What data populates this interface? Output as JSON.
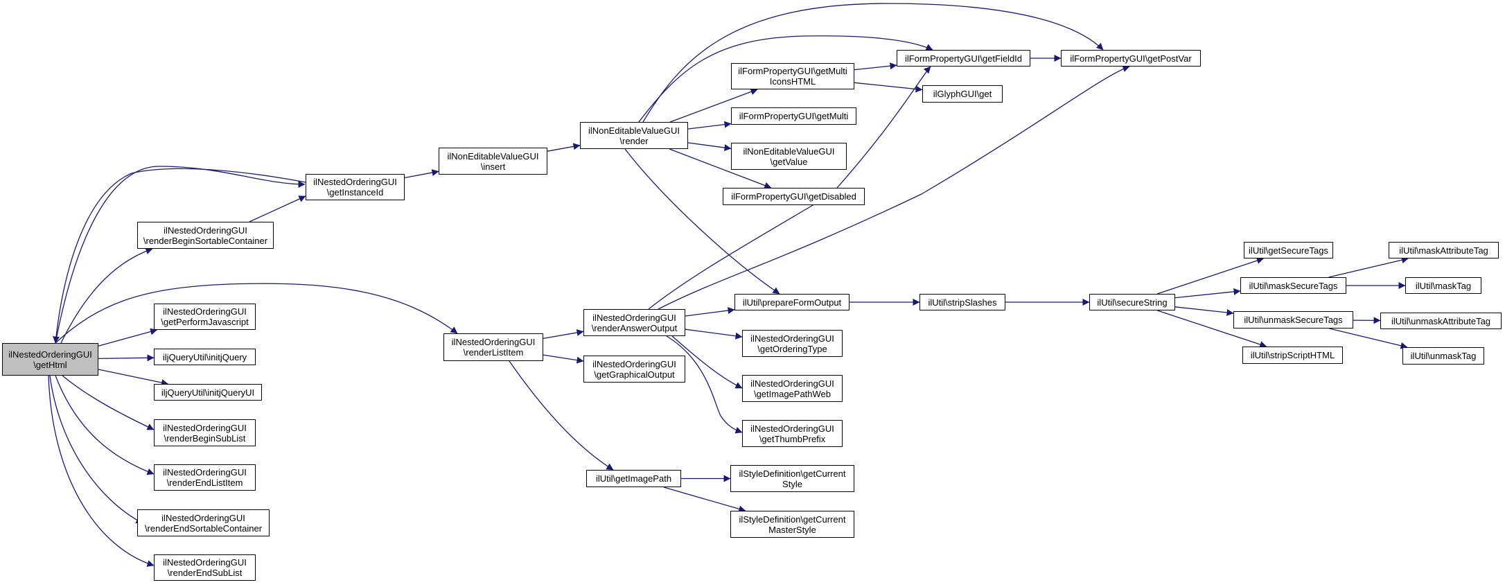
{
  "diagram": {
    "type": "call-graph",
    "edge_color": "#191970",
    "nodes": [
      {
        "id": "getHtml",
        "lines": [
          "ilNestedOrderingGUI",
          "\\getHtml"
        ],
        "root": true
      },
      {
        "id": "getInstanceId",
        "lines": [
          "ilNestedOrderingGUI",
          "\\getInstanceId"
        ]
      },
      {
        "id": "renderBeginSortableContainer",
        "lines": [
          "ilNestedOrderingGUI",
          "\\renderBeginSortableContainer"
        ]
      },
      {
        "id": "getPerformJavascript",
        "lines": [
          "ilNestedOrderingGUI",
          "\\getPerformJavascript"
        ]
      },
      {
        "id": "initjQuery",
        "lines": [
          "iljQueryUtil\\initjQuery"
        ]
      },
      {
        "id": "initjQueryUI",
        "lines": [
          "iljQueryUtil\\initjQueryUI"
        ]
      },
      {
        "id": "renderBeginSubList",
        "lines": [
          "ilNestedOrderingGUI",
          "\\renderBeginSubList"
        ]
      },
      {
        "id": "renderEndListItem",
        "lines": [
          "ilNestedOrderingGUI",
          "\\renderEndListItem"
        ]
      },
      {
        "id": "renderEndSortableContainer",
        "lines": [
          "ilNestedOrderingGUI",
          "\\renderEndSortableContainer"
        ]
      },
      {
        "id": "renderEndSubList",
        "lines": [
          "ilNestedOrderingGUI",
          "\\renderEndSubList"
        ]
      },
      {
        "id": "nevInsert",
        "lines": [
          "ilNonEditableValueGUI",
          "\\insert"
        ]
      },
      {
        "id": "nevRender",
        "lines": [
          "ilNonEditableValueGUI",
          "\\render"
        ]
      },
      {
        "id": "getMultiIconsHTML",
        "lines": [
          "ilFormPropertyGUI\\getMulti",
          "IconsHTML"
        ]
      },
      {
        "id": "getFieldId",
        "lines": [
          "ilFormPropertyGUI\\getFieldId"
        ]
      },
      {
        "id": "getPostVar",
        "lines": [
          "ilFormPropertyGUI\\getPostVar"
        ]
      },
      {
        "id": "glyphGet",
        "lines": [
          "ilGlyphGUI\\get"
        ]
      },
      {
        "id": "getMulti",
        "lines": [
          "ilFormPropertyGUI\\getMulti"
        ]
      },
      {
        "id": "nevGetValue",
        "lines": [
          "ilNonEditableValueGUI",
          "\\getValue"
        ]
      },
      {
        "id": "getDisabled",
        "lines": [
          "ilFormPropertyGUI\\getDisabled"
        ]
      },
      {
        "id": "renderListItem",
        "lines": [
          "ilNestedOrderingGUI",
          "\\renderListItem"
        ]
      },
      {
        "id": "renderAnswerOutput",
        "lines": [
          "ilNestedOrderingGUI",
          "\\renderAnswerOutput"
        ]
      },
      {
        "id": "getGraphicalOutput",
        "lines": [
          "ilNestedOrderingGUI",
          "\\getGraphicalOutput"
        ]
      },
      {
        "id": "prepareFormOutput",
        "lines": [
          "ilUtil\\prepareFormOutput"
        ]
      },
      {
        "id": "getOrderingType",
        "lines": [
          "ilNestedOrderingGUI",
          "\\getOrderingType"
        ]
      },
      {
        "id": "getImagePathWeb",
        "lines": [
          "ilNestedOrderingGUI",
          "\\getImagePathWeb"
        ]
      },
      {
        "id": "getThumbPrefix",
        "lines": [
          "ilNestedOrderingGUI",
          "\\getThumbPrefix"
        ]
      },
      {
        "id": "getImagePath",
        "lines": [
          "ilUtil\\getImagePath"
        ]
      },
      {
        "id": "getCurrentStyle",
        "lines": [
          "ilStyleDefinition\\getCurrent",
          "Style"
        ]
      },
      {
        "id": "getCurrentMasterStyle",
        "lines": [
          "ilStyleDefinition\\getCurrent",
          "MasterStyle"
        ]
      },
      {
        "id": "stripSlashes",
        "lines": [
          "ilUtil\\stripSlashes"
        ]
      },
      {
        "id": "secureString",
        "lines": [
          "ilUtil\\secureString"
        ]
      },
      {
        "id": "getSecureTags",
        "lines": [
          "ilUtil\\getSecureTags"
        ]
      },
      {
        "id": "maskSecureTags",
        "lines": [
          "ilUtil\\maskSecureTags"
        ]
      },
      {
        "id": "unmaskSecureTags",
        "lines": [
          "ilUtil\\unmaskSecureTags"
        ]
      },
      {
        "id": "stripScriptHTML",
        "lines": [
          "ilUtil\\stripScriptHTML"
        ]
      },
      {
        "id": "maskAttributeTag",
        "lines": [
          "ilUtil\\maskAttributeTag"
        ]
      },
      {
        "id": "maskTag",
        "lines": [
          "ilUtil\\maskTag"
        ]
      },
      {
        "id": "unmaskAttributeTag",
        "lines": [
          "ilUtil\\unmaskAttributeTag"
        ]
      },
      {
        "id": "unmaskTag",
        "lines": [
          "ilUtil\\unmaskTag"
        ]
      }
    ],
    "edges": [
      [
        "getHtml",
        "getInstanceId"
      ],
      [
        "getHtml",
        "renderBeginSortableContainer"
      ],
      [
        "getHtml",
        "renderListItem"
      ],
      [
        "getHtml",
        "getPerformJavascript"
      ],
      [
        "getHtml",
        "initjQuery"
      ],
      [
        "getHtml",
        "initjQueryUI"
      ],
      [
        "getHtml",
        "renderBeginSubList"
      ],
      [
        "getHtml",
        "renderEndListItem"
      ],
      [
        "getHtml",
        "renderEndSortableContainer"
      ],
      [
        "getHtml",
        "renderEndSubList"
      ],
      [
        "getInstanceId",
        "getHtml"
      ],
      [
        "renderBeginSortableContainer",
        "getInstanceId"
      ],
      [
        "getInstanceId",
        "nevInsert"
      ],
      [
        "nevInsert",
        "nevRender"
      ],
      [
        "nevRender",
        "getFieldId"
      ],
      [
        "nevRender",
        "getPostVar"
      ],
      [
        "nevRender",
        "getMultiIconsHTML"
      ],
      [
        "nevRender",
        "getMulti"
      ],
      [
        "nevRender",
        "nevGetValue"
      ],
      [
        "nevRender",
        "getDisabled"
      ],
      [
        "nevRender",
        "prepareFormOutput"
      ],
      [
        "getMultiIconsHTML",
        "getFieldId"
      ],
      [
        "getMultiIconsHTML",
        "glyphGet"
      ],
      [
        "getFieldId",
        "getPostVar"
      ],
      [
        "renderListItem",
        "renderAnswerOutput"
      ],
      [
        "renderListItem",
        "getGraphicalOutput"
      ],
      [
        "renderListItem",
        "getImagePath"
      ],
      [
        "renderAnswerOutput",
        "getFieldId"
      ],
      [
        "renderAnswerOutput",
        "getPostVar"
      ],
      [
        "renderAnswerOutput",
        "prepareFormOutput"
      ],
      [
        "renderAnswerOutput",
        "getOrderingType"
      ],
      [
        "renderAnswerOutput",
        "getImagePathWeb"
      ],
      [
        "renderAnswerOutput",
        "getThumbPrefix"
      ],
      [
        "getImagePath",
        "getCurrentStyle"
      ],
      [
        "getImagePath",
        "getCurrentMasterStyle"
      ],
      [
        "prepareFormOutput",
        "stripSlashes"
      ],
      [
        "stripSlashes",
        "secureString"
      ],
      [
        "secureString",
        "getSecureTags"
      ],
      [
        "secureString",
        "maskSecureTags"
      ],
      [
        "secureString",
        "unmaskSecureTags"
      ],
      [
        "secureString",
        "stripScriptHTML"
      ],
      [
        "maskSecureTags",
        "maskAttributeTag"
      ],
      [
        "maskSecureTags",
        "maskTag"
      ],
      [
        "unmaskSecureTags",
        "unmaskAttributeTag"
      ],
      [
        "unmaskSecureTags",
        "unmaskTag"
      ]
    ]
  }
}
